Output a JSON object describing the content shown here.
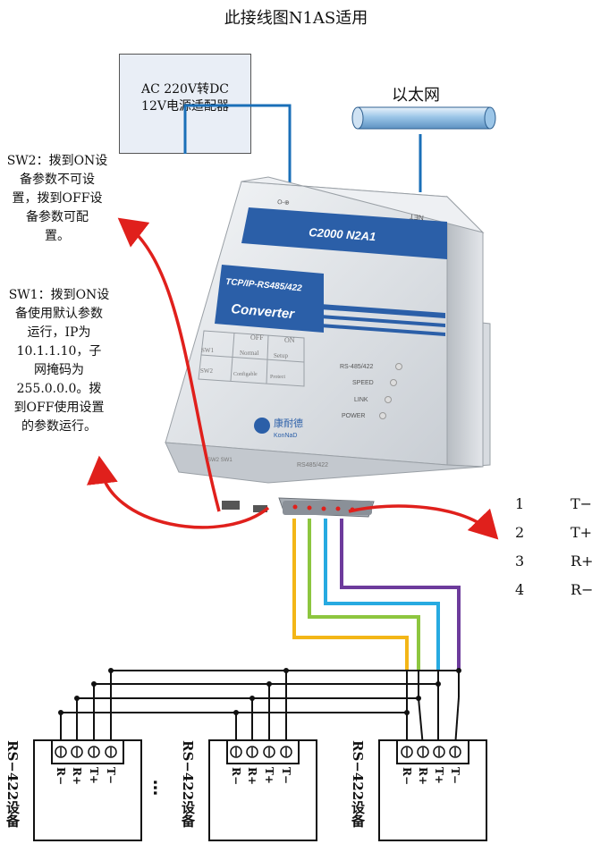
{
  "title": "此接线图N1AS适用",
  "adapter": {
    "line1": "AC 220V转DC",
    "line2": "12V电源适配器"
  },
  "ethernet": {
    "label": "以太网"
  },
  "device": {
    "model": "C2000 N2A1",
    "band1": "TCP/IP-RS485/422",
    "band2": "Converter",
    "net_label": "NET",
    "dc_label": "O-⊕",
    "table_off": "OFF",
    "table_on": "ON",
    "sw1_label": "SW1",
    "sw2_label": "SW2",
    "sw1_off": "Normal",
    "sw1_on": "Setup",
    "sw2_off": "Configable",
    "sw2_on": "Protect",
    "leds": [
      "RS-485/422",
      "SPEED",
      "LINK",
      "POWER"
    ],
    "brand_cn": "康耐德",
    "brand_en": "KonNaD",
    "bottom_sw": "SW2   SW1",
    "bottom_rs": "RS485/422"
  },
  "sw2_note": [
    "SW2：拨到ON设",
    "备参数不可设",
    "置，拨到OFF设",
    "备参数可配",
    "置。"
  ],
  "sw1_note": [
    "SW1：拨到ON设",
    "备使用默认参数",
    "运行，IP为",
    "10.1.1.10，子",
    "网掩码为",
    "255.0.0.0。拨",
    "到OFF使用设置",
    "的参数运行。"
  ],
  "pinout": [
    {
      "num": "1",
      "name": "T−"
    },
    {
      "num": "2",
      "name": "T+"
    },
    {
      "num": "3",
      "name": "R+"
    },
    {
      "num": "4",
      "name": "R−"
    }
  ],
  "devices": [
    {
      "label": "RS−422设备",
      "terms": [
        "R−",
        "R+",
        "T+",
        "T−"
      ]
    },
    {
      "label": "RS−422设备",
      "terms": [
        "R−",
        "R+",
        "T+",
        "T−"
      ]
    },
    {
      "label": "RS−422设备",
      "terms": [
        "R−",
        "R+",
        "T+",
        "T−"
      ]
    }
  ],
  "ellipsis": "…",
  "colors": {
    "cable_blue": "#1a6fb8",
    "arrow_red": "#e0201c",
    "wire_yellow": "#f3b617",
    "wire_green": "#8dc63f",
    "wire_cyan": "#27aae1",
    "wire_purple": "#6d3b9c",
    "device_blue": "#2b5fa8"
  }
}
